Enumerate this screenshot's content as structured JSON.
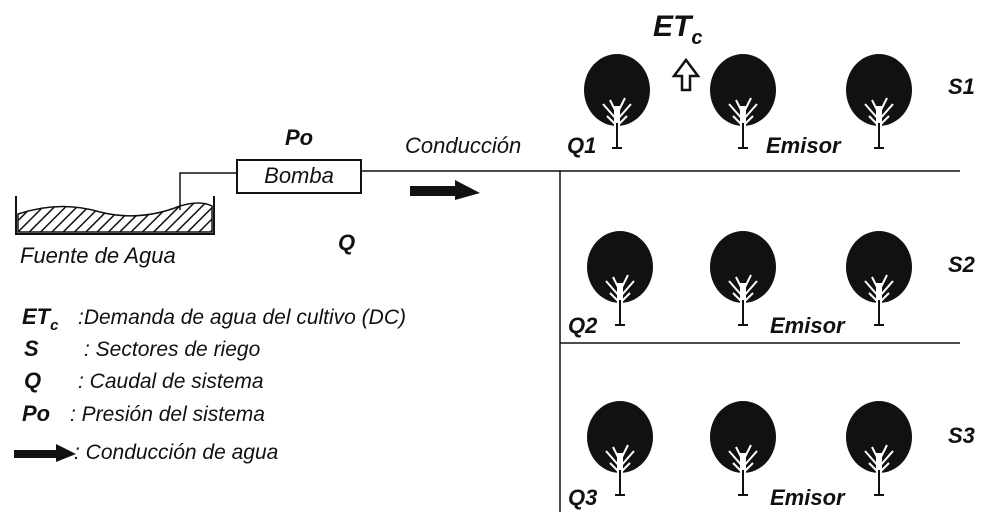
{
  "diagram": {
    "top_label": {
      "main": "ET",
      "sub": "c"
    },
    "water_source": "Fuente de Agua",
    "pump": {
      "label": "Bomba",
      "pressure": "Po",
      "flow": "Q"
    },
    "conduction_label": "Conducción",
    "sectors": [
      {
        "name": "S1",
        "flow": "Q1",
        "emitter": "Emisor"
      },
      {
        "name": "S2",
        "flow": "Q2",
        "emitter": "Emisor"
      },
      {
        "name": "S3",
        "flow": "Q3",
        "emitter": "Emisor"
      }
    ],
    "legend": [
      {
        "key": "ET",
        "key_sub": "c",
        "text": ":Demanda de agua del cultivo (DC)"
      },
      {
        "key": "S",
        "text": ": Sectores de riego"
      },
      {
        "key": "Q",
        "text": ": Caudal de sistema"
      },
      {
        "key": "Po",
        "text": ": Presión del sistema"
      },
      {
        "key_icon": "arrow-icon",
        "text": ": Conducción de agua"
      }
    ]
  }
}
